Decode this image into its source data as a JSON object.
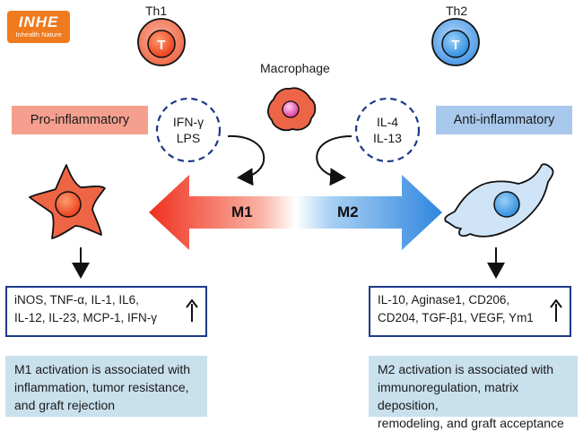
{
  "logo": {
    "brand": "INHE",
    "subtitle": "Inhealth Nature"
  },
  "cells": {
    "th1": "Th1",
    "th2": "Th2",
    "th_glyph": "T",
    "macrophage": "Macrophage"
  },
  "stimuli": {
    "m1_line1": "IFN-γ",
    "m1_line2": "LPS",
    "m2_line1": "IL-4",
    "m2_line2": "IL-13"
  },
  "labels": {
    "pro": "Pro-inflammatory",
    "anti": "Anti-inflammatory",
    "m1": "M1",
    "m2": "M2"
  },
  "markers": {
    "m1_line1": "iNOS, TNF-α, IL-1, IL6,",
    "m1_line2": "IL-12, IL-23, MCP-1, IFN-γ",
    "m2_line1": "IL-10, Aginase1, CD206,",
    "m2_line2": "CD204, TGF-β1, VEGF, Ym1"
  },
  "notes": {
    "m1_line1": "M1 activation is associated with",
    "m1_line2": "inflammation, tumor resistance,",
    "m1_line3": "and graft rejection",
    "m2_line1": "M2 activation is associated with",
    "m2_line2": "immunoregulation, matrix deposition,",
    "m2_line3": "remodeling, and graft acceptance"
  },
  "colors": {
    "m1": "#f0422c",
    "m2": "#3d8fe0",
    "pro_bg": "#f5a08e",
    "anti_bg": "#a8c8ec",
    "box_border": "#1d3a8a",
    "note_bg": "#c9e0ed",
    "logo": "#f07a1e"
  }
}
